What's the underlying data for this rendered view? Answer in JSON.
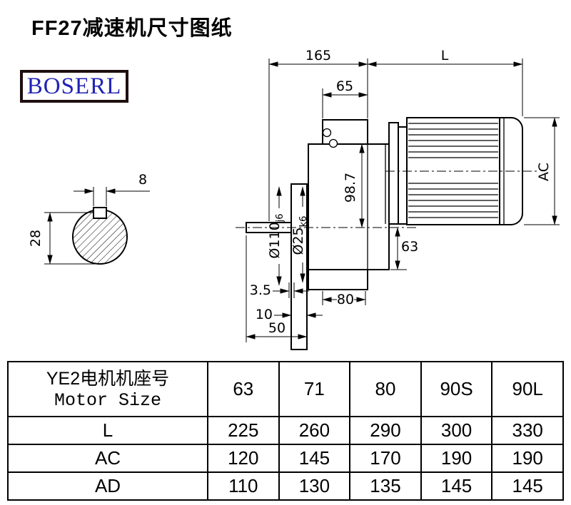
{
  "page": {
    "title": "FF27减速机尺寸图纸",
    "brand": "BOSERL"
  },
  "drawing": {
    "dims": {
      "top_width": "165",
      "motor_length": "L",
      "input_width": "65",
      "ac": "AC",
      "center_height": "98.7",
      "lower_height": "63",
      "flange_spigot": "Ø110",
      "flange_spigot_tol": "j6",
      "shaft_dia": "Ø25",
      "shaft_dia_tol": "k6",
      "step": "3.5",
      "flange_thickness": "10",
      "shaft_length": "50",
      "key_width": "8",
      "section_width": "28"
    }
  },
  "table": {
    "header_cn": "YE2电机机座号",
    "header_en": "Motor Size",
    "columns": [
      "63",
      "71",
      "80",
      "90S",
      "90L"
    ],
    "rows": [
      {
        "label": "L",
        "values": [
          "225",
          "260",
          "290",
          "300",
          "330"
        ]
      },
      {
        "label": "AC",
        "values": [
          "120",
          "145",
          "170",
          "190",
          "190"
        ]
      },
      {
        "label": "AD",
        "values": [
          "110",
          "130",
          "135",
          "145",
          "145"
        ]
      }
    ]
  }
}
